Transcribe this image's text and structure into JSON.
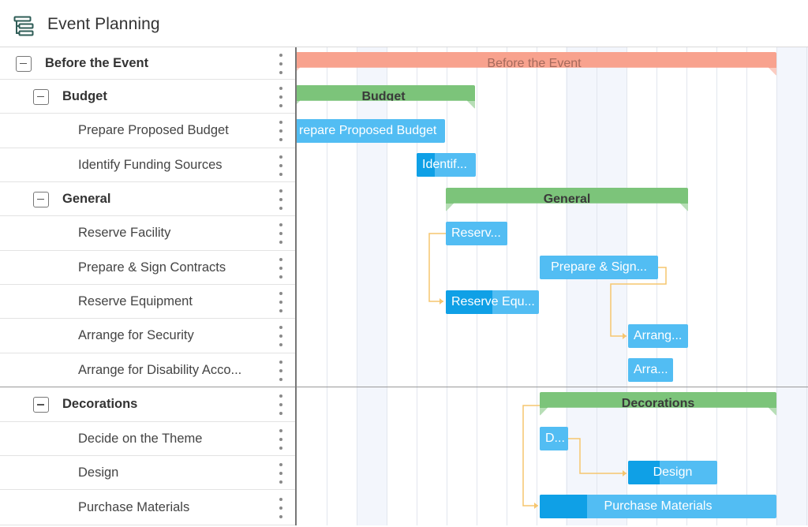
{
  "header": {
    "title": "Event Planning",
    "icon": "gantt-tree-icon"
  },
  "rows": [
    {
      "label": "Before the Event",
      "type": "group",
      "level": 0,
      "expanded": true
    },
    {
      "label": "Budget",
      "type": "group",
      "level": 1,
      "expanded": true
    },
    {
      "label": "Prepare Proposed Budget",
      "type": "task",
      "level": 2
    },
    {
      "label": "Identify Funding Sources",
      "type": "task",
      "level": 2
    },
    {
      "label": "General",
      "type": "group",
      "level": 1,
      "expanded": true
    },
    {
      "label": "Reserve Facility",
      "type": "task",
      "level": 2
    },
    {
      "label": "Prepare & Sign Contracts",
      "type": "task",
      "level": 2
    },
    {
      "label": "Reserve Equipment",
      "type": "task",
      "level": 2
    },
    {
      "label": "Arrange for Security",
      "type": "task",
      "level": 2
    },
    {
      "label": "Arrange for Disability Acco...",
      "type": "task",
      "level": 2
    },
    {
      "label": "Decorations",
      "type": "group",
      "level": 1,
      "expanded": true
    },
    {
      "label": "Decide on the Theme",
      "type": "task",
      "level": 2
    },
    {
      "label": "Design",
      "type": "task",
      "level": 2
    },
    {
      "label": "Purchase Materials",
      "type": "task",
      "level": 2
    }
  ],
  "bars": [
    {
      "label": "Before the Event",
      "kind": "summary-salmon"
    },
    {
      "label": "Budget",
      "kind": "summary-green"
    },
    {
      "label": "repare Proposed Budget",
      "kind": "task",
      "progress": 0
    },
    {
      "label": "Identif...",
      "kind": "task",
      "progress": 0.3
    },
    {
      "label": "General",
      "kind": "summary-green"
    },
    {
      "label": "Reserv...",
      "kind": "task",
      "progress": 0
    },
    {
      "label": "Prepare & Sign...",
      "kind": "task",
      "progress": 0
    },
    {
      "label": "Reserve Equ...",
      "kind": "task",
      "progress": 0.5
    },
    {
      "label": "Arrang...",
      "kind": "task",
      "progress": 0
    },
    {
      "label": "Arra...",
      "kind": "task",
      "progress": 0
    },
    {
      "label": "Decorations",
      "kind": "summary-green"
    },
    {
      "label": "D...",
      "kind": "task",
      "progress": 0
    },
    {
      "label": "Design",
      "kind": "task",
      "progress": 0.35
    },
    {
      "label": "Purchase Materials",
      "kind": "task",
      "progress": 0.2
    }
  ],
  "colors": {
    "summary_salmon": "#f8a28e",
    "summary_green": "#7cc47a",
    "task": "#52bdf3",
    "task_progress": "#0fa0e6",
    "dependency_link": "#f6c56e",
    "weekend": "#f3f6fc",
    "gridline": "#e2e6ee"
  },
  "icons": {
    "toggle": "collapse-minus-icon",
    "row_menu": "kebab-menu-icon"
  }
}
